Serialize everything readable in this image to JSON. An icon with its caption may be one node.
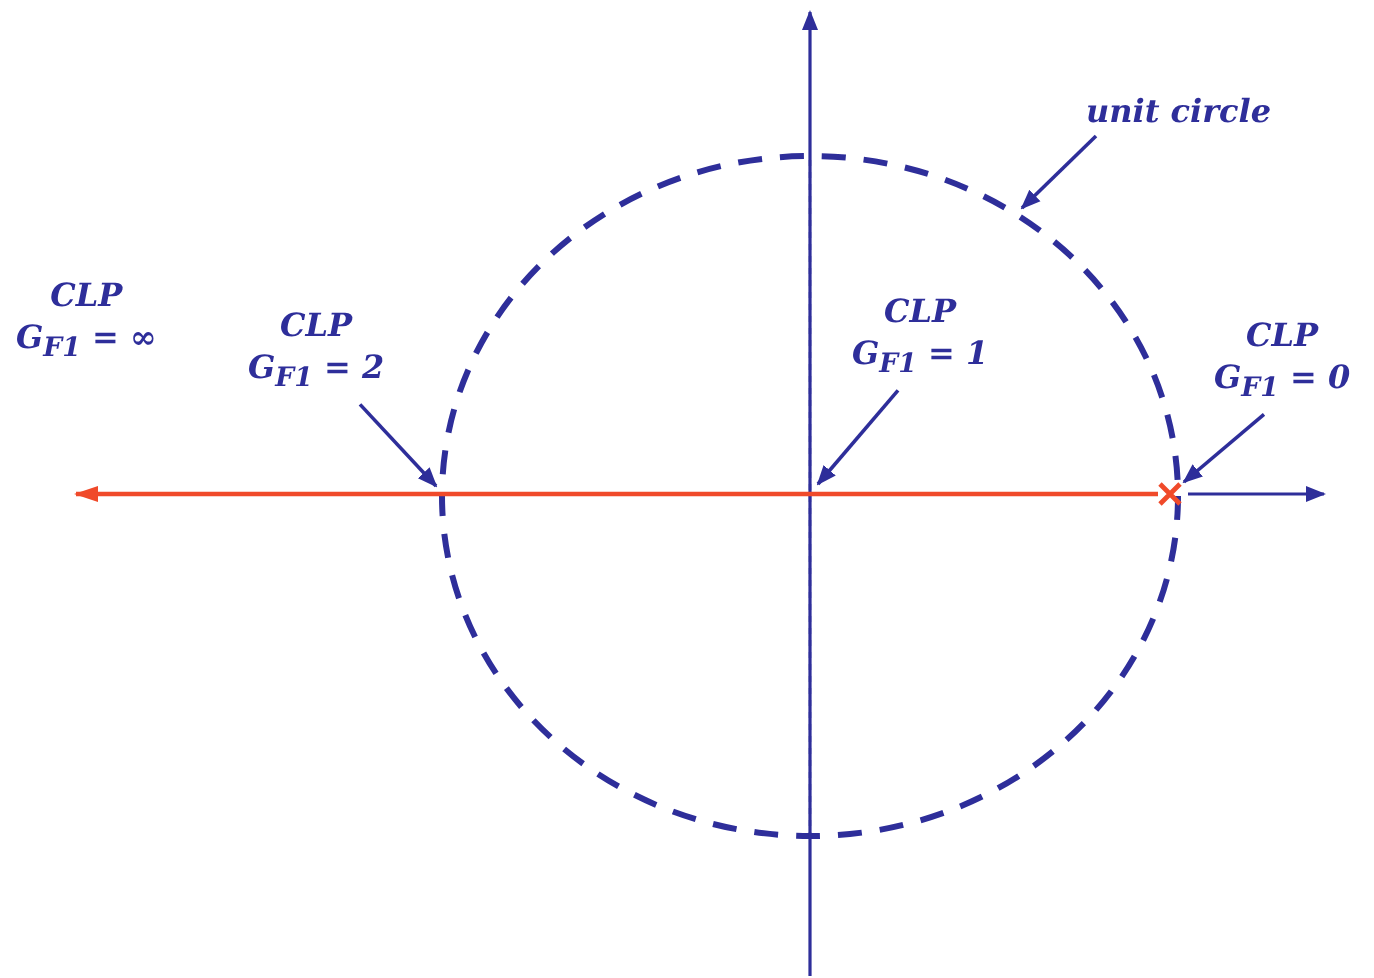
{
  "diagram": {
    "nodes": [
      {
        "text": [],
        "shape": "circle"
      },
      {
        "text": [
          "unit circle"
        ]
      },
      {
        "text": [
          "CLP",
          "G$_{F1}$ = 2"
        ]
      },
      {
        "text": [
          "CLP",
          "G$_{F1}$ = 1"
        ],
        "in": 0
      },
      {
        "text": [
          "CLP",
          "G$_{F1}$ = 0"
        ]
      },
      {
        "text": [],
        "shape": "cross"
      }
    ],
    "edges": [
      {
        "from": 1,
        "to": 0,
        "arrow": "to"
      },
      {
        "from": 2,
        "to": 0,
        "arrow": "to"
      },
      {
        "from": 3,
        "to": null,
        "arrow": "to"
      },
      {
        "from": 4,
        "to": 5,
        "arrow": "to"
      }
    ],
    "labels": [
      "CLP",
      "G$_{F1}$ = ∞"
    ]
  }
}
